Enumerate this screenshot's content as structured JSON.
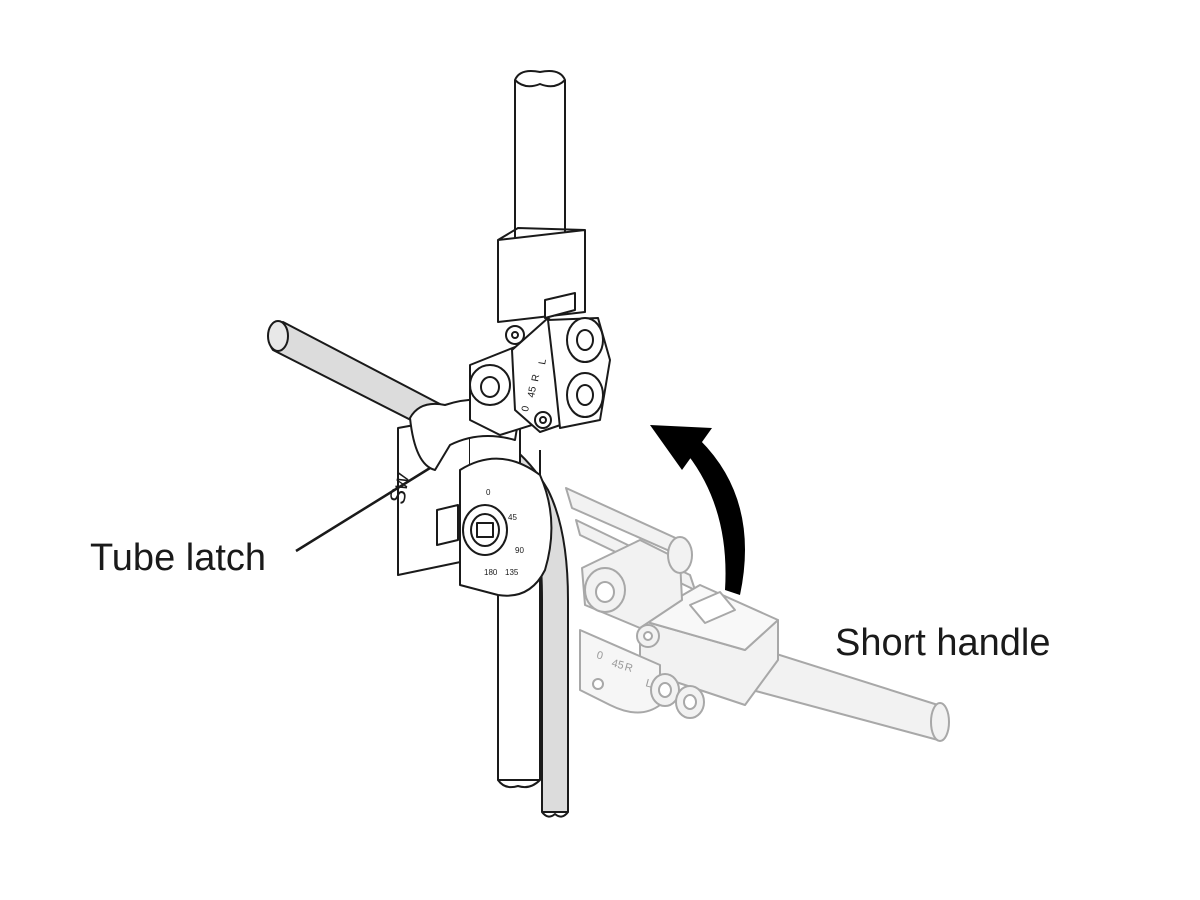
{
  "callouts": {
    "tube_latch": "Tube latch",
    "short_handle": "Short handle"
  },
  "engravings": {
    "upper_scale": [
      "0",
      "45",
      "R",
      "L"
    ],
    "ghost_scale": [
      "0",
      "45",
      "R",
      "L"
    ],
    "dial": [
      "0",
      "45",
      "90",
      "135",
      "180"
    ],
    "logo": "Sw"
  },
  "colors": {
    "line": "#1a1a1a",
    "tube_fill": "#dddddd",
    "ghost_line": "#a8a8a8",
    "ghost_fill": "#f0f0f0",
    "arrow": "#000000"
  },
  "icons": {
    "rotation_arrow": "curved-arrow-up-icon"
  }
}
